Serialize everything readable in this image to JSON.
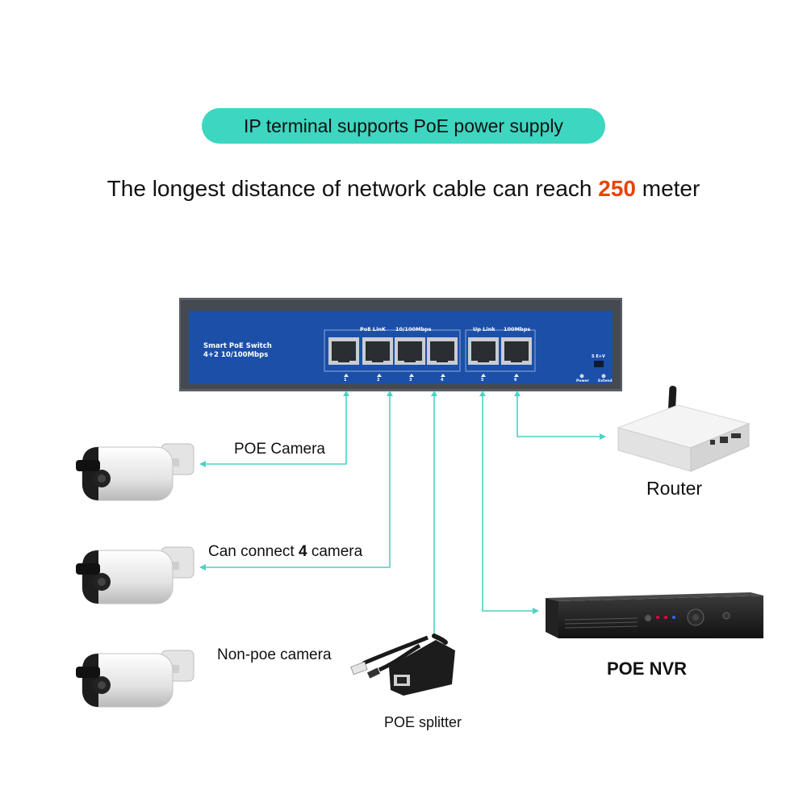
{
  "banner": "IP terminal supports PoE power supply",
  "headline": {
    "before": "The longest distance of network cable can reach ",
    "highlight": "250",
    "after": " meter"
  },
  "switch": {
    "model_line1": "Smart PoE Switch",
    "model_line2": "4+2 10/100Mbps",
    "poe_link": "PoE LinK",
    "poe_speed": "10/100Mbps",
    "up_link": "Up Link",
    "up_speed": "100Mbps",
    "port_numbers": [
      "1",
      "2",
      "3",
      "4",
      "5",
      "6"
    ],
    "switch_label": "S E+V",
    "power_led": "Power",
    "extend_led": "Extend"
  },
  "labels": {
    "poe_camera": "POE Camera",
    "can_connect_prefix": "Can connect ",
    "can_connect_count": "4",
    "can_connect_suffix": " camera",
    "non_poe_camera": "Non-poe camera",
    "poe_splitter": "POE splitter",
    "router": "Router",
    "poe_nvr": "POE NVR"
  },
  "colors": {
    "accent": "#3dd6c0",
    "highlight": "#e8440c",
    "switch_panel": "#1b4fa8",
    "line": "#4fd1c5"
  }
}
